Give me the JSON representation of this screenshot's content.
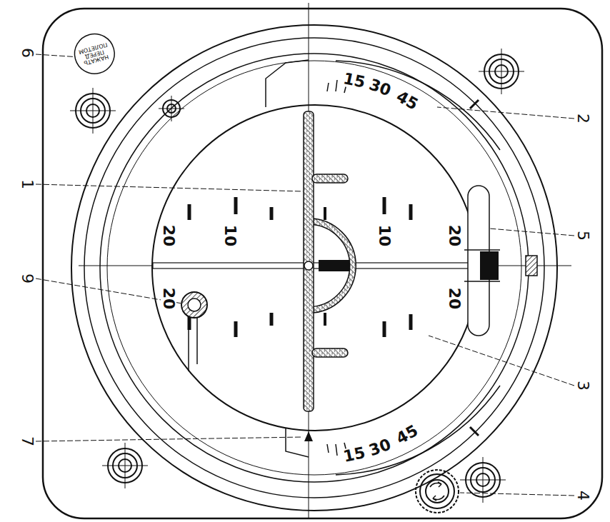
{
  "diagram": {
    "nodes": [
      {
        "text": [
          "НАЖАТЬ ПЕРЕД ПОЛЕТОМ"
        ]
      }
    ],
    "labels": [
      "6",
      "1",
      "2",
      "5",
      "9",
      "3",
      "7",
      "4",
      "20",
      "10",
      "10",
      "20",
      "20",
      "20",
      "15",
      "30",
      "45",
      "15",
      "30",
      "45"
    ]
  }
}
